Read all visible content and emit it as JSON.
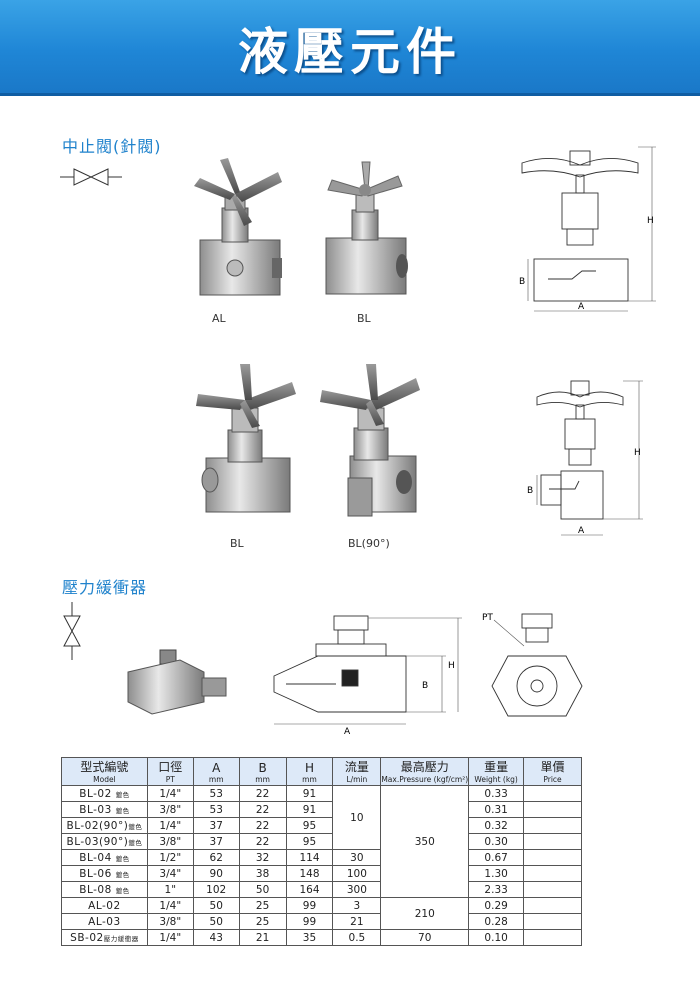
{
  "header": {
    "title": "液壓元件",
    "color": "#1f86d6"
  },
  "sections": {
    "needle_valve": "中止閥(針閥)",
    "pressure_snubber": "壓力緩衝器"
  },
  "photos": {
    "al": "AL",
    "bl_top": "BL",
    "bl_bottom": "BL",
    "bl_90": "BL(90°)"
  },
  "diagram_labels": {
    "h": "H",
    "b": "B",
    "a": "A",
    "pt": "PT"
  },
  "table": {
    "headers": [
      {
        "main": "型式編號",
        "sub": "Model"
      },
      {
        "main": "口徑",
        "sub": "PT"
      },
      {
        "main": "A",
        "sub": "mm"
      },
      {
        "main": "B",
        "sub": "mm"
      },
      {
        "main": "H",
        "sub": "mm"
      },
      {
        "main": "流量",
        "sub": "L/min"
      },
      {
        "main": "最高壓力",
        "sub": "Max.Pressure (kgf/cm²)"
      },
      {
        "main": "重量",
        "sub": "Weight (kg)"
      },
      {
        "main": "單價",
        "sub": "Price"
      }
    ],
    "rows": [
      {
        "model": "BL-02",
        "tag": "鍍色",
        "pt": "1/4\"",
        "a": "53",
        "b": "22",
        "h": "91",
        "weight": "0.33"
      },
      {
        "model": "BL-03",
        "tag": "鍍色",
        "pt": "3/8\"",
        "a": "53",
        "b": "22",
        "h": "91",
        "weight": "0.31"
      },
      {
        "model": "BL-02(90°)",
        "tag": "鍍色",
        "pt": "1/4\"",
        "a": "37",
        "b": "22",
        "h": "95",
        "weight": "0.32"
      },
      {
        "model": "BL-03(90°)",
        "tag": "鍍色",
        "pt": "3/8\"",
        "a": "37",
        "b": "22",
        "h": "95",
        "weight": "0.30"
      },
      {
        "model": "BL-04",
        "tag": "鍍色",
        "pt": "1/2\"",
        "a": "62",
        "b": "32",
        "h": "114",
        "flow": "30",
        "weight": "0.67"
      },
      {
        "model": "BL-06",
        "tag": "鍍色",
        "pt": "3/4\"",
        "a": "90",
        "b": "38",
        "h": "148",
        "flow": "100",
        "weight": "1.30"
      },
      {
        "model": "BL-08",
        "tag": "鍍色",
        "pt": "1\"",
        "a": "102",
        "b": "50",
        "h": "164",
        "flow": "300",
        "weight": "2.33"
      },
      {
        "model": "AL-02",
        "tag": "",
        "pt": "1/4\"",
        "a": "50",
        "b": "25",
        "h": "99",
        "flow": "3",
        "weight": "0.29"
      },
      {
        "model": "AL-03",
        "tag": "",
        "pt": "3/8\"",
        "a": "50",
        "b": "25",
        "h": "99",
        "flow": "21",
        "weight": "0.28"
      },
      {
        "model": "SB-02",
        "tag": "壓力緩衝器",
        "pt": "1/4\"",
        "a": "43",
        "b": "21",
        "h": "35",
        "flow": "0.5",
        "pressure": "70",
        "weight": "0.10"
      }
    ],
    "merged": {
      "flow_bl": "10",
      "pressure_bl": "350",
      "pressure_al": "210"
    }
  }
}
